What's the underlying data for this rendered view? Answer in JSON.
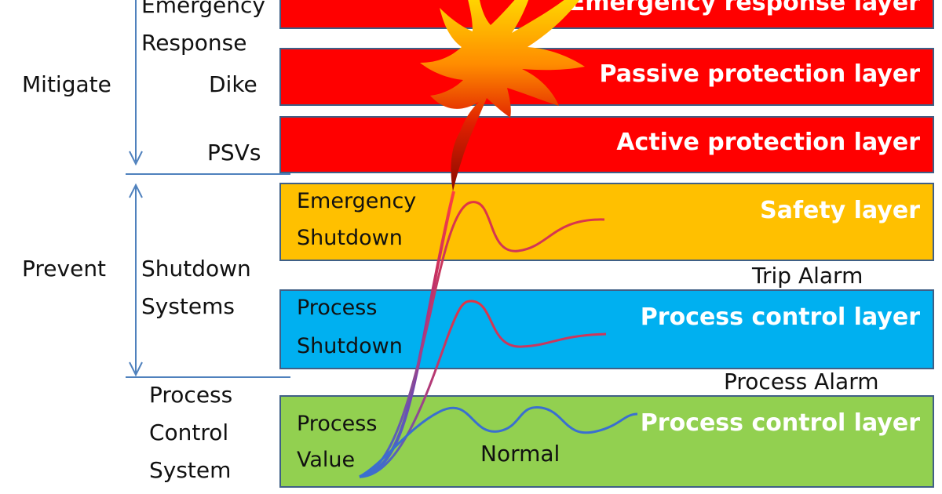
{
  "left_labels": {
    "mitigate": "Mitigate",
    "prevent": "Prevent"
  },
  "sublabels": {
    "emergency_response_1": "Emergency",
    "emergency_response_2": "Response",
    "dike": "Dike",
    "psvs": "PSVs",
    "shutdown_systems_1": "Shutdown",
    "shutdown_systems_2": "Systems",
    "process_control_system_1": "Process",
    "process_control_system_2": "Control",
    "process_control_system_3": "System"
  },
  "layers": {
    "emergency_title": "Emergency response layer",
    "passive_title": "Passive protection layer",
    "active_title": "Active protection layer",
    "safety_title": "Safety layer",
    "process_shutdown_title": "Process control layer",
    "process_value_title": "Process control layer",
    "safety_inner_1": "Emergency",
    "safety_inner_2": "Shutdown",
    "shutdown_inner_1": "Process",
    "shutdown_inner_2": "Shutdown",
    "value_inner_1": "Process",
    "value_inner_2": "Value"
  },
  "alarms": {
    "trip_alarm": "Trip Alarm",
    "process_alarm": "Process Alarm"
  },
  "normal_label": "Normal",
  "colors": {
    "red": "#ff0000",
    "orange": "#ffc000",
    "blue": "#00b0f0",
    "green": "#92d050",
    "border": "#3f5f86",
    "arrow": "#4f81bd"
  }
}
